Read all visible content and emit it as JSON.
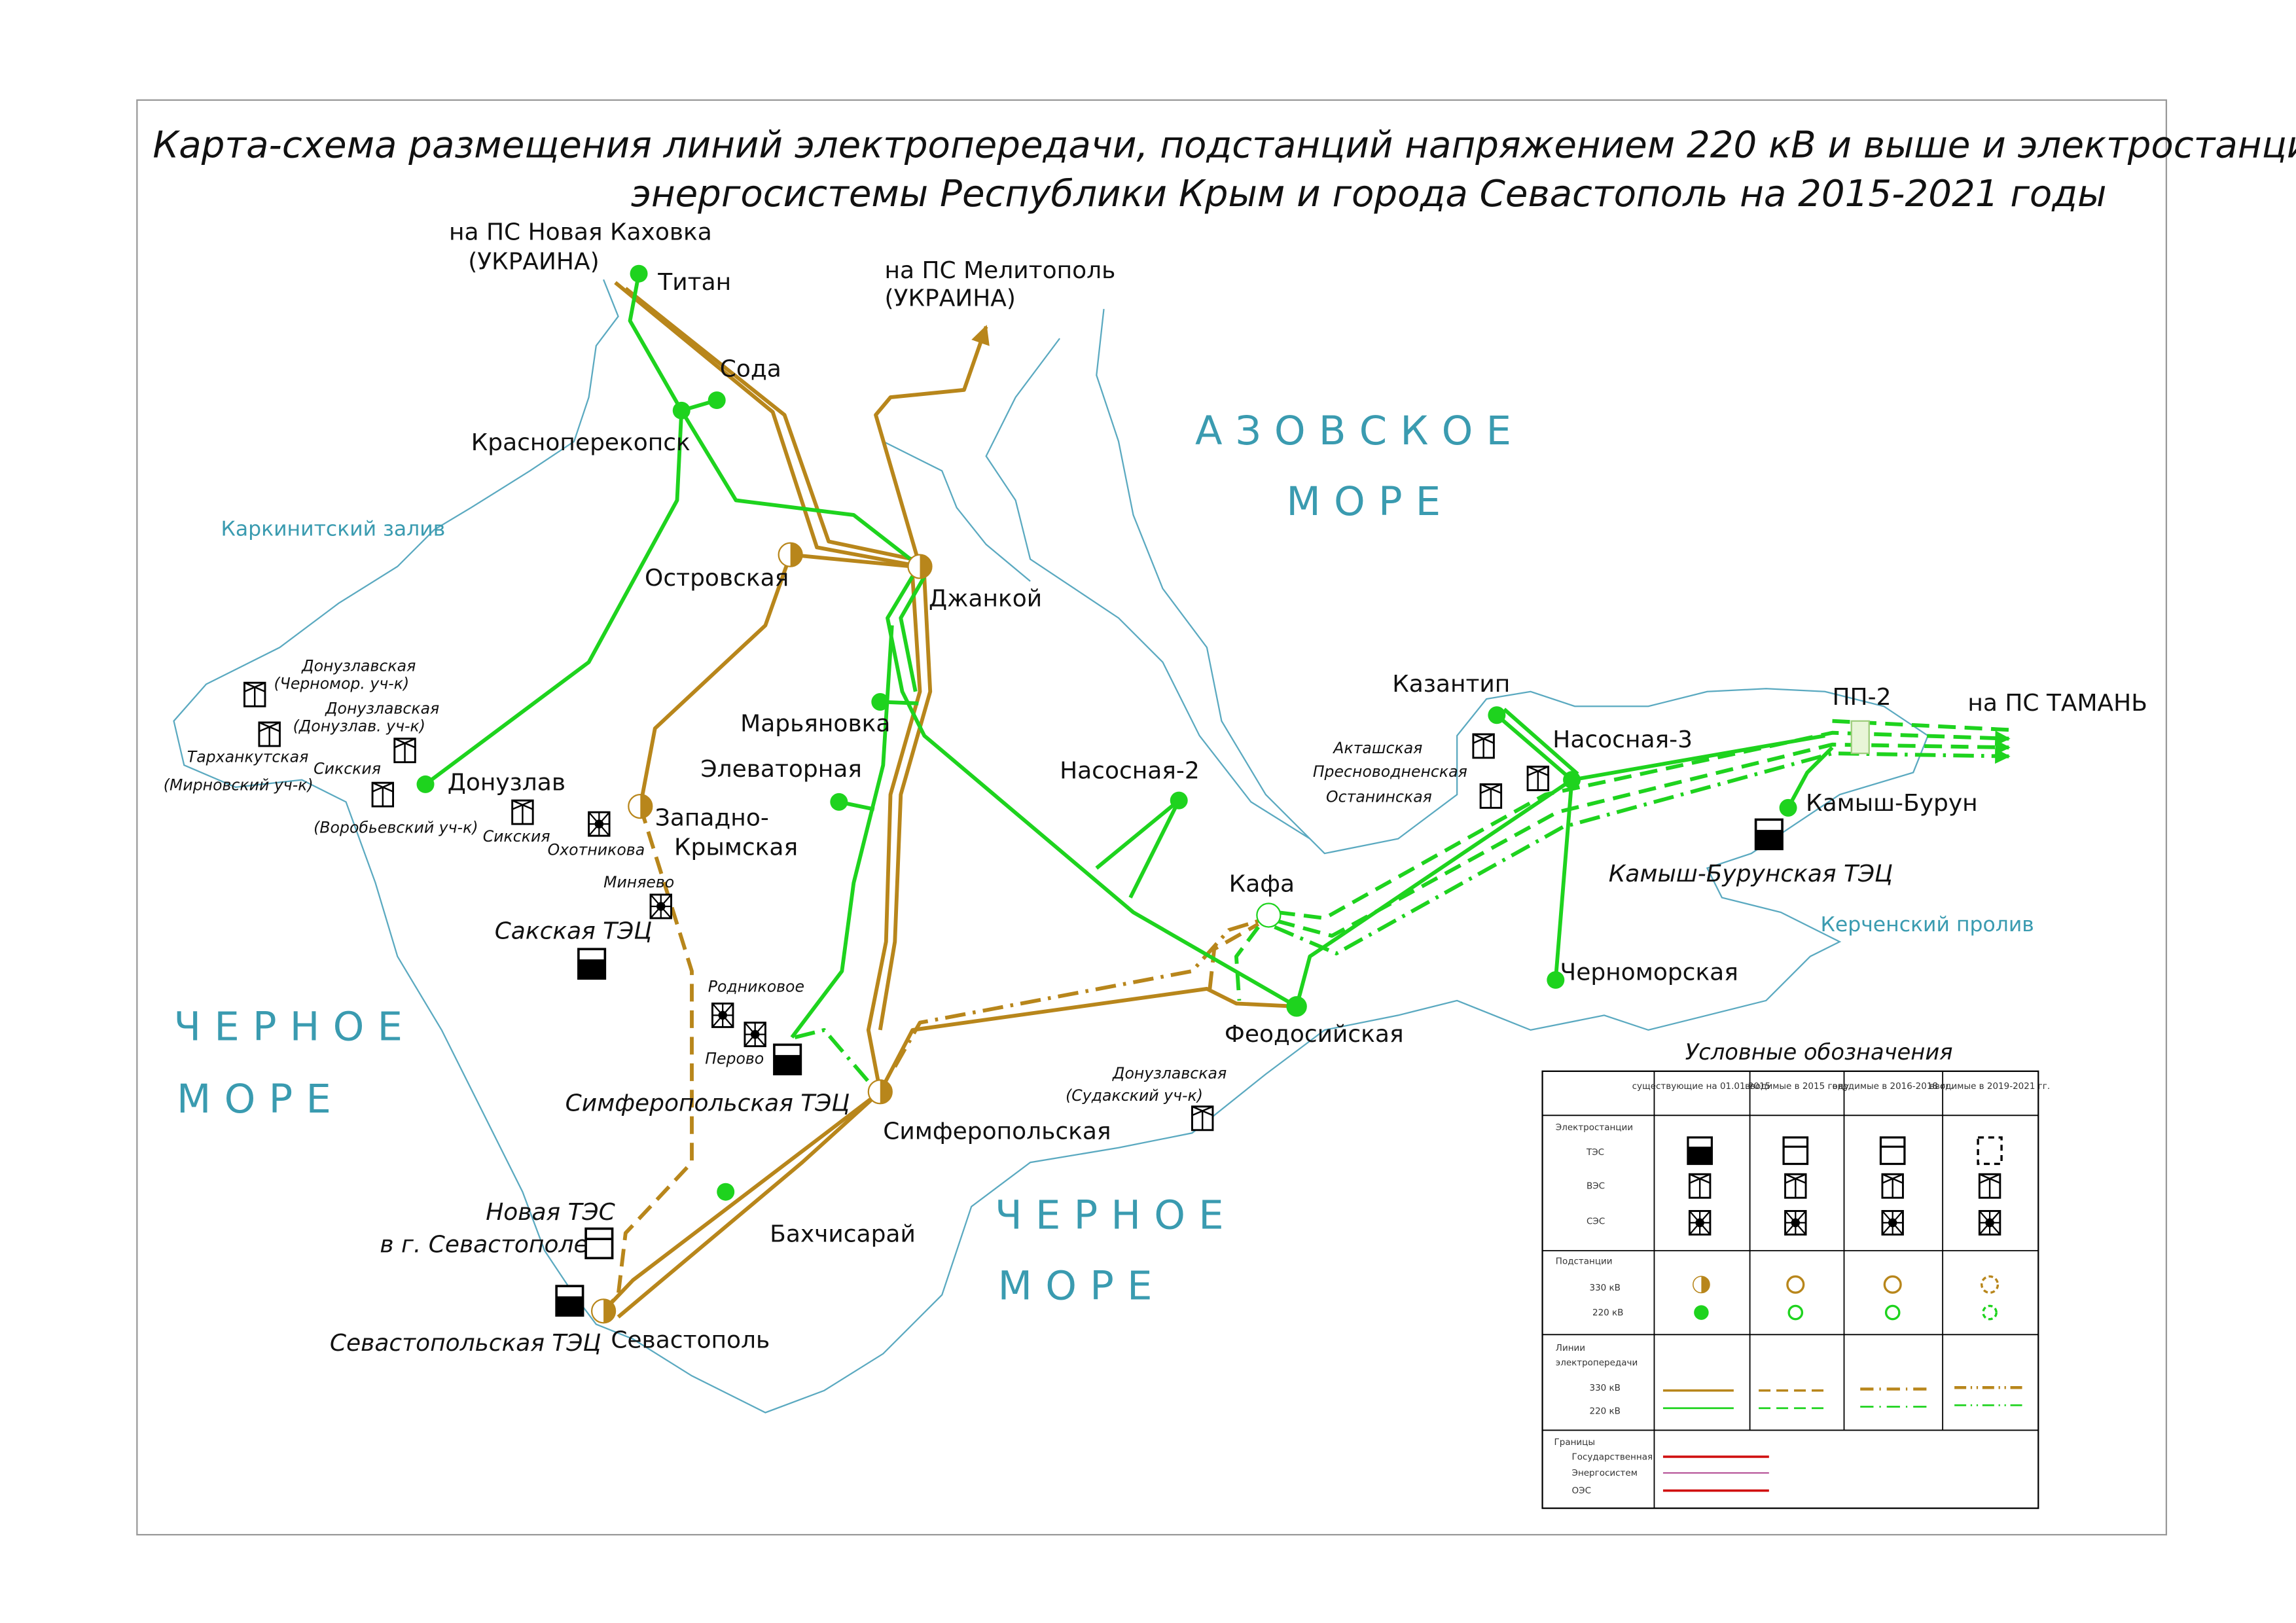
{
  "title": {
    "line1": "Карта-схема размещения линий электропередачи, подстанций напряжением 220 кВ и выше и электростанций",
    "line2": "энергосистемы Республики Крым и города Севастополь на 2015-2021 годы"
  },
  "colors": {
    "line_330": "#b8861b",
    "line_220": "#1ed31e",
    "water": "#3a9bb0",
    "border_state": "#d01010",
    "border_energy": "#a0207a"
  },
  "external": {
    "kakhovka": "на ПС Новая Каховка",
    "kakhovka_country": "(УКРАИНА)",
    "melitopol": "на ПС Мелитополь",
    "melitopol_country": "(УКРАИНА)",
    "taman": "на ПС ТАМАНЬ"
  },
  "water": {
    "azov1": "АЗОВСКОЕ",
    "azov2": "МОРЕ",
    "black_w1": "ЧЕРНОЕ",
    "black_w2": "МОРЕ",
    "black_s1": "ЧЕРНОЕ",
    "black_s2": "МОРЕ",
    "karkinit": "Каркинитский залив",
    "kerch": "Керченский пролив"
  },
  "substations": {
    "titan": "Титан",
    "soda": "Сода",
    "krasnoperekopsk": "Красноперекопск",
    "ostrovskaya": "Островская",
    "dzhankoy": "Джанкой",
    "maryanovka": "Марьяновка",
    "elevatornaya": "Элеваторная",
    "nasosnaya2": "Насосная-2",
    "donuzlav": "Донузлав",
    "zapadno1": "Западно-",
    "zapadno2": "Крымская",
    "simferopolskaya": "Симферопольская",
    "bakhchisaray": "Бахчисарай",
    "sevastopol": "Севастополь",
    "kafa": "Кафа",
    "feodosiyskaya": "Феодосийская",
    "kazantip": "Казантип",
    "nasosnaya3": "Насосная-3",
    "kamysh_burun": "Камыш-Бурун",
    "chernomorskaya": "Черноморская",
    "pp2": "ПП-2"
  },
  "power_plants": {
    "sakskaya": "Сакская ТЭЦ",
    "simf_tec": "Симферопольская ТЭЦ",
    "new_tes1": "Новая ТЭС",
    "new_tes2": "в г. Севастополе",
    "sevast_tec": "Севастопольская ТЭЦ",
    "kamysh_tec": "Камыш-Бурунская ТЭЦ"
  },
  "res": {
    "donuz_chern1": "Донузлавская",
    "donuz_chern2": "(Черномор. уч-к)",
    "donuz_donuz1": "Донузлавская",
    "donuz_donuz2": "(Донузлав. уч-к)",
    "tarkhan1": "Тарханкутская",
    "tarkhan2": "(Мирновский уч-к)",
    "sik1": "Сикския",
    "sik1b": "(Воробьевский уч-к)",
    "sik2": "Сикския",
    "okhotnikovo": "Охотникова",
    "minyaevo": "Миняево",
    "rodnikovoe": "Родниковое",
    "perovo": "Перово",
    "donuz_sudak1": "Донузлавская",
    "donuz_sudak2": "(Судакский уч-к)",
    "aktash1": "Акташская",
    "aktash2": "Пресноводненская",
    "aktash3": "Останинская"
  },
  "legend": {
    "title": "Условные обозначения",
    "columns": [
      "существующие на 01.01.2015",
      "вводимые в 2015 году",
      "вводимые в 2016-2018 гг.",
      "вводимые в 2019-2021 гг."
    ],
    "plants_header": "Электростанции",
    "tes": "ТЭС",
    "ves": "ВЭС",
    "ses": "СЭС",
    "subst_header": "Подстанции",
    "kv330": "330 кВ",
    "kv220": "220 кВ",
    "lines_header1": "Линии",
    "lines_header2": "электропередачи",
    "lkv330": "330 кВ",
    "lkv220": "220 кВ",
    "borders_header": "Границы",
    "b_state": "Государственная",
    "b_energy": "Энергосистем",
    "b_oes": "ОЭС"
  }
}
